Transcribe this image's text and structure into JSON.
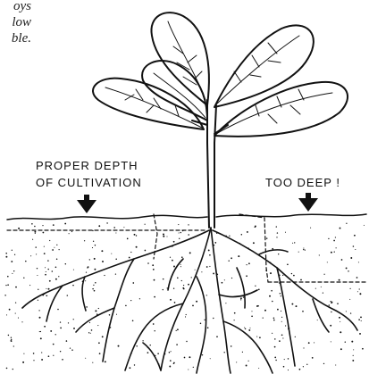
{
  "caption": {
    "lines": [
      "oys",
      "low",
      "ble."
    ]
  },
  "labels": {
    "proper_depth_line1": "PROPER DEPTH",
    "proper_depth_line2": "OF CULTIVATION",
    "too_deep": "TOO DEEP !"
  },
  "colors": {
    "ink": "#111111",
    "background": "#ffffff"
  }
}
